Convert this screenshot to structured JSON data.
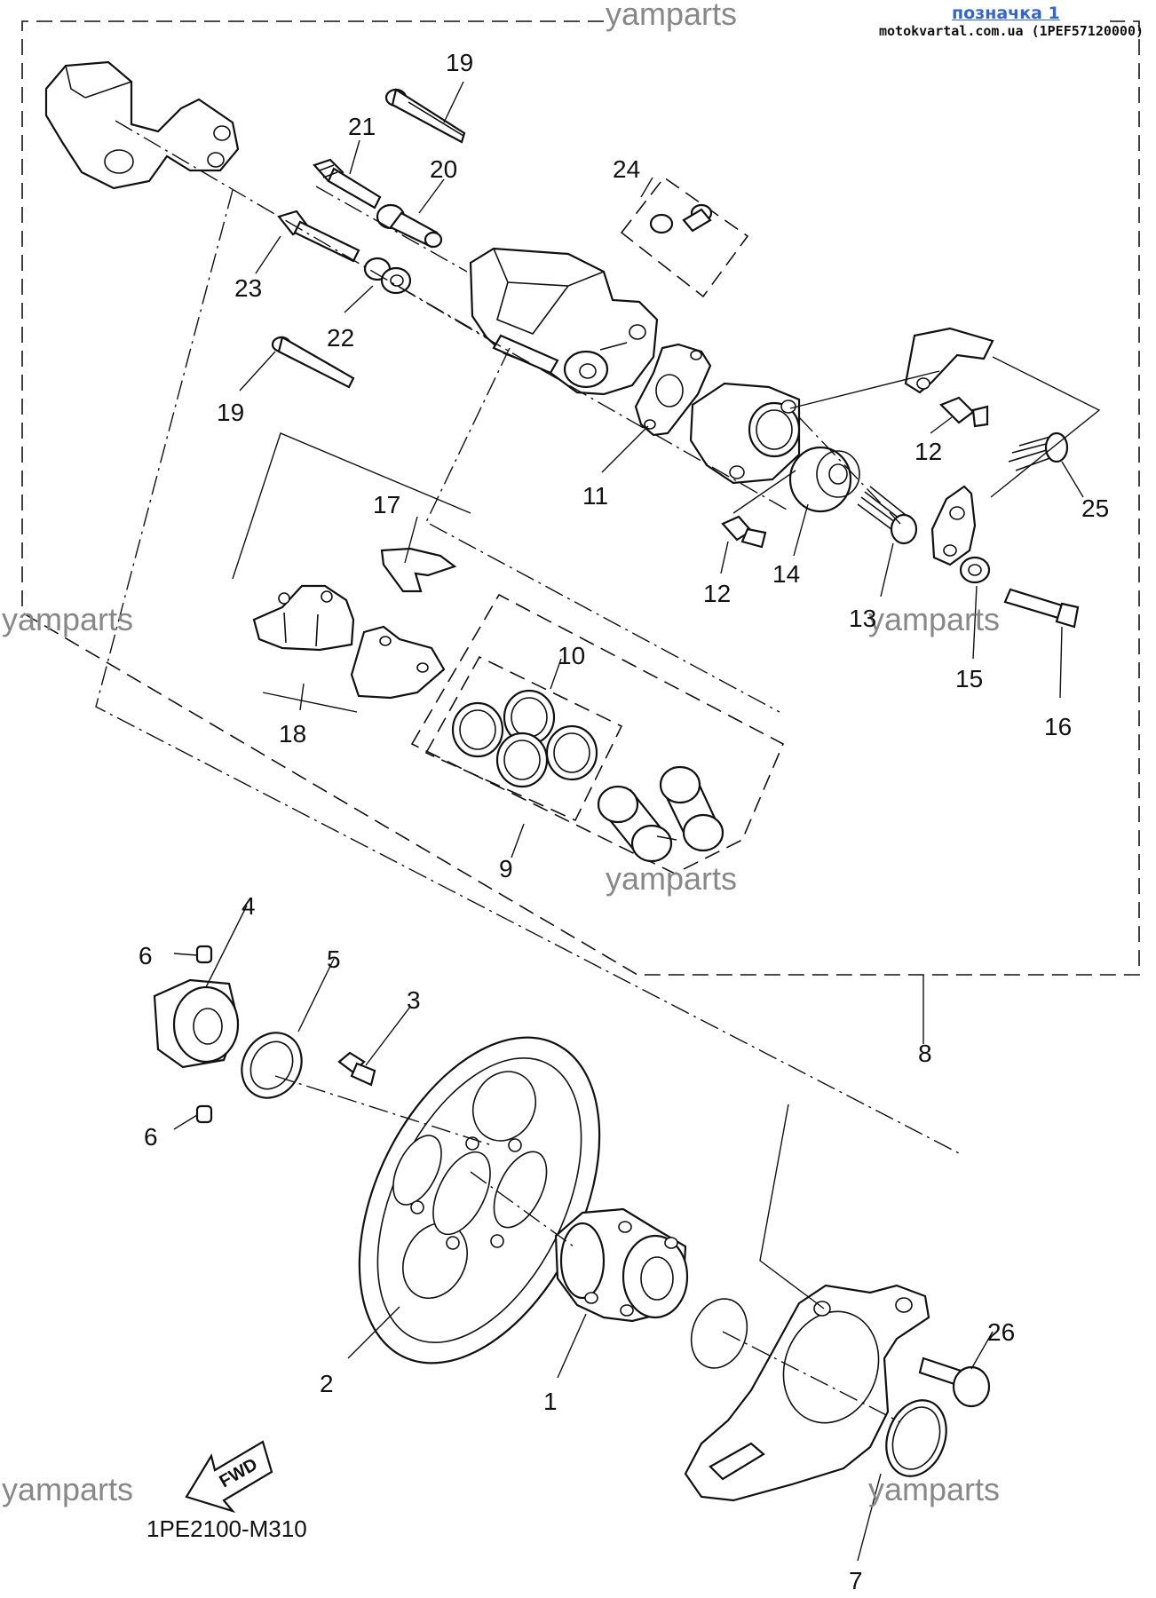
{
  "header": {
    "link_label": "позначка 1",
    "source": "motokvartal.com.ua (1PEF57120000)"
  },
  "watermark": "yamparts",
  "figure_code": "1PE2100-M310",
  "fwd_badge": "FWD",
  "callouts": {
    "c1": "1",
    "c2": "2",
    "c3": "3",
    "c4": "4",
    "c5": "5",
    "c6a": "6",
    "c6b": "6",
    "c7": "7",
    "c8": "8",
    "c9": "9",
    "c10": "10",
    "c11": "11",
    "c12a": "12",
    "c12b": "12",
    "c13": "13",
    "c14": "14",
    "c15": "15",
    "c16": "16",
    "c17": "17",
    "c18": "18",
    "c19a": "19",
    "c19b": "19",
    "c20": "20",
    "c21": "21",
    "c22": "22",
    "c23": "23",
    "c24": "24",
    "c25": "25",
    "c26": "26"
  }
}
